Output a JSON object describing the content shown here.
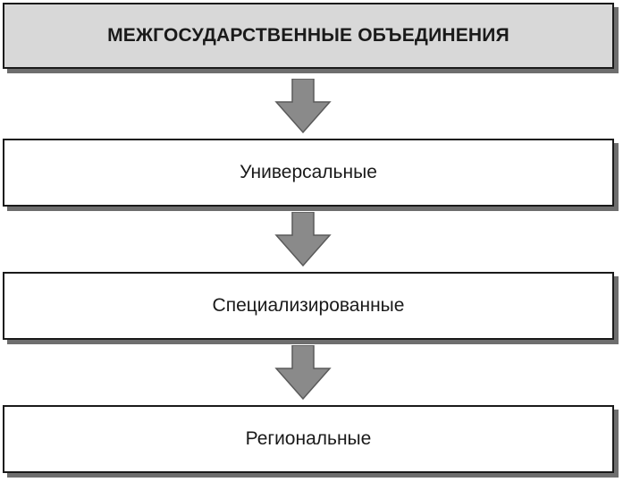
{
  "diagram": {
    "root": {
      "label": "МЕЖГОСУДАРСТВЕННЫЕ ОБЪЕДИНЕНИЯ"
    },
    "levels": [
      {
        "label": "Универсальные"
      },
      {
        "label": "Специализированные"
      },
      {
        "label": "Региональные"
      }
    ],
    "colors": {
      "arrow_fill": "#8a8a8a",
      "border": "#1a1a1a",
      "root_fill": "#d8d8d8",
      "shadow": "#6e6e6e"
    }
  }
}
